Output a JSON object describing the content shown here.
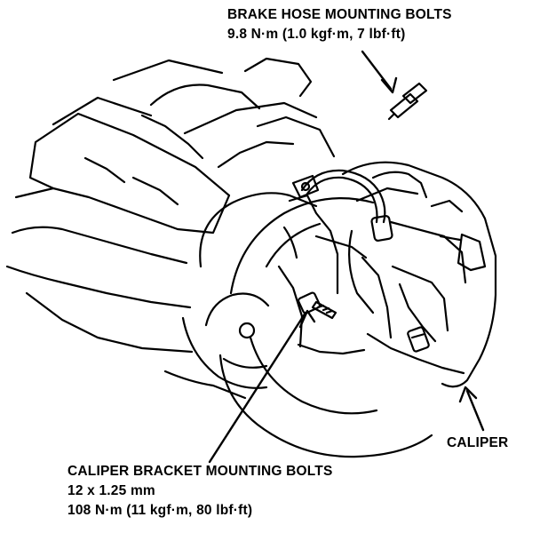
{
  "labels": {
    "brake_hose": {
      "title": "BRAKE HOSE MOUNTING BOLTS",
      "torque": "9.8 N·m (1.0 kgf·m, 7 lbf·ft)"
    },
    "caliper": {
      "title": "CALIPER"
    },
    "caliper_bracket": {
      "title": "CALIPER BRACKET MOUNTING BOLTS",
      "size": "12 x 1.25 mm",
      "torque": "108 N·m (11 kgf·m, 80 lbf·ft)"
    }
  },
  "colors": {
    "ink": "#000000",
    "paper": "#ffffff"
  }
}
